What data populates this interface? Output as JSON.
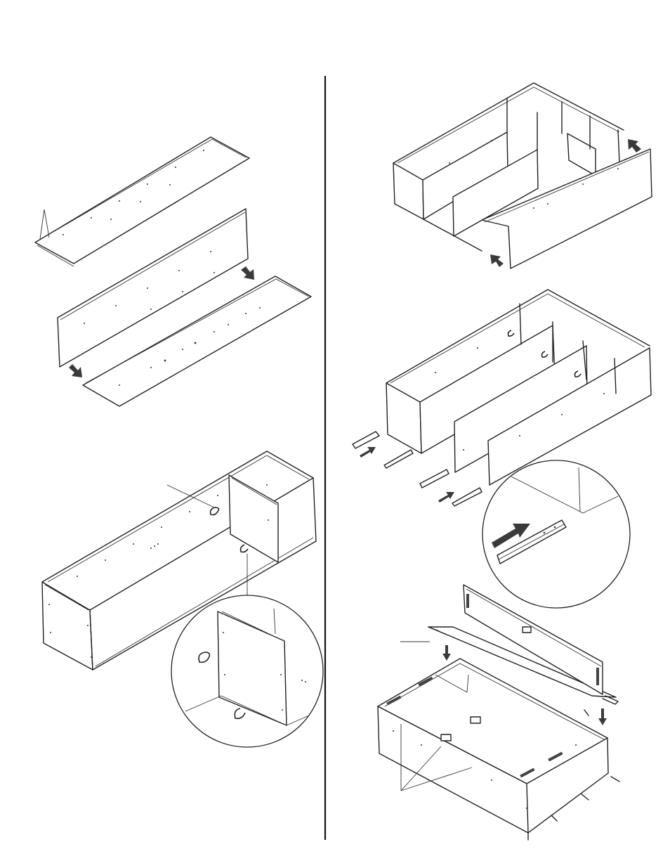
{
  "page": {
    "background": "#ffffff",
    "line_color": "#222222",
    "arrow_color": "#3a3a3a"
  },
  "steps": [
    {
      "name": "panel-layout",
      "icons": [
        "arrow-icon",
        "arrow-icon"
      ]
    },
    {
      "name": "frame-with-clips",
      "icons": [
        "clip-icon",
        "clip-icon",
        "magnifier-callout-icon"
      ]
    },
    {
      "name": "side-panel-insertion",
      "icons": [
        "arrow-icon",
        "arrow-icon"
      ]
    },
    {
      "name": "rail-insertion",
      "icons": [
        "arrow-icon",
        "arrow-icon",
        "arrow-icon",
        "magnifier-callout-icon"
      ]
    },
    {
      "name": "top-panel-installation",
      "icons": [
        "arrow-icon",
        "arrow-icon",
        "vent-icon"
      ]
    }
  ]
}
